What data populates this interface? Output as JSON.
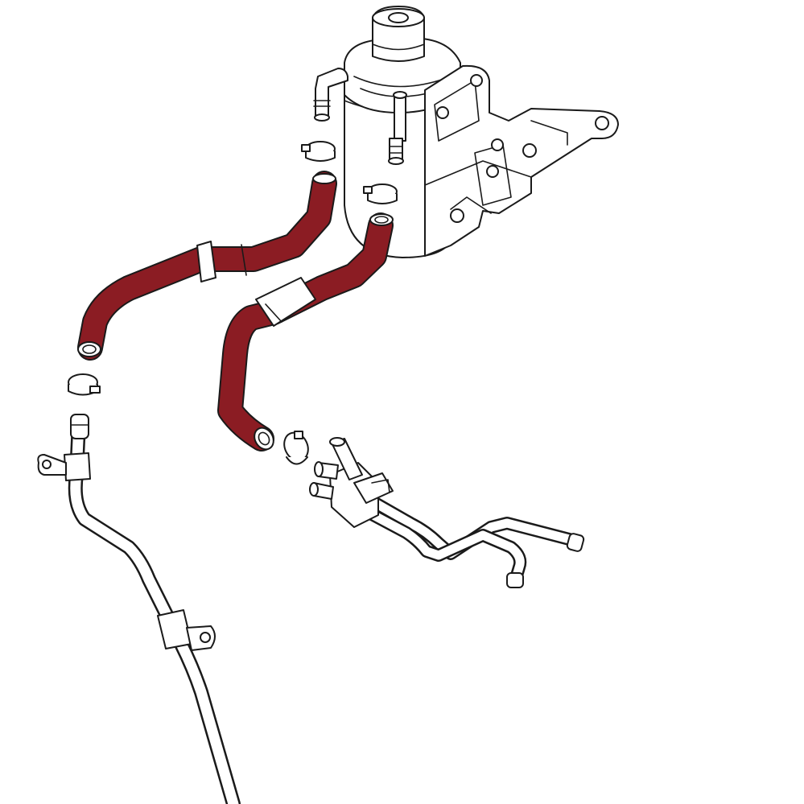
{
  "colors": {
    "highlight_hose": "#8b1c23",
    "line_art": "#1a1a1a",
    "background": "#ffffff"
  },
  "parts": [
    {
      "id": "pump",
      "name": "pump-housing",
      "icon": "pump-housing-icon"
    },
    {
      "id": "mount",
      "name": "mounting-bracket",
      "icon": "bracket-icon"
    },
    {
      "id": "hose1",
      "name": "left-hose-highlighted",
      "icon": "hose-icon",
      "highlighted": true
    },
    {
      "id": "hose2",
      "name": "right-hose-highlighted",
      "icon": "hose-icon",
      "highlighted": true
    },
    {
      "id": "clamps",
      "name": "hose-clamps",
      "icon": "clamp-icon",
      "count": 4
    },
    {
      "id": "pipeL",
      "name": "left-metal-pipe",
      "icon": "pipe-icon"
    },
    {
      "id": "pipeR",
      "name": "right-pipe-assembly",
      "icon": "pipe-icon"
    }
  ]
}
